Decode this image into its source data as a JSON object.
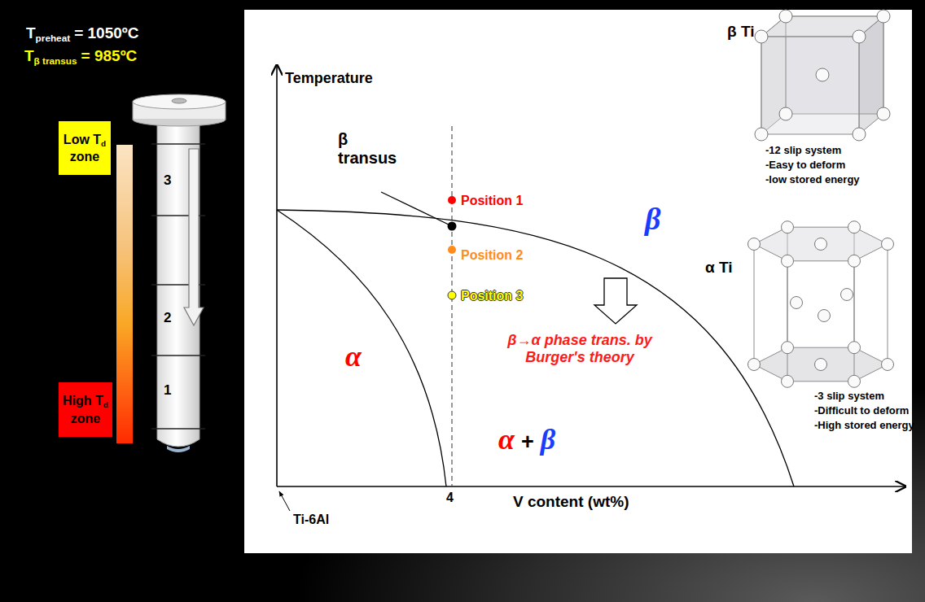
{
  "diagram": {
    "nodes": [
      {
        "text": [
          "Low T",
          "d",
          "zone"
        ]
      },
      {
        "text": [
          "High T",
          "d",
          "zone"
        ]
      }
    ],
    "labels": [
      "T",
      "preheat",
      "= 1050ºC",
      "T",
      "β transus",
      "= 985ºC",
      "3",
      "2",
      "1",
      "Temperature",
      "β transus",
      "Position 1",
      "Position 2",
      "Position 3",
      "β",
      "β→α phase trans. by Burger's theory",
      "α",
      "α",
      "+",
      "β",
      "4",
      "V content (wt%)",
      "Ti-6Al",
      "β Ti",
      "-12 slip system",
      "-Easy to deform",
      "-low stored energy",
      "α Ti",
      "-3 slip system",
      "-Difficult to deform",
      "-High stored energy"
    ]
  }
}
